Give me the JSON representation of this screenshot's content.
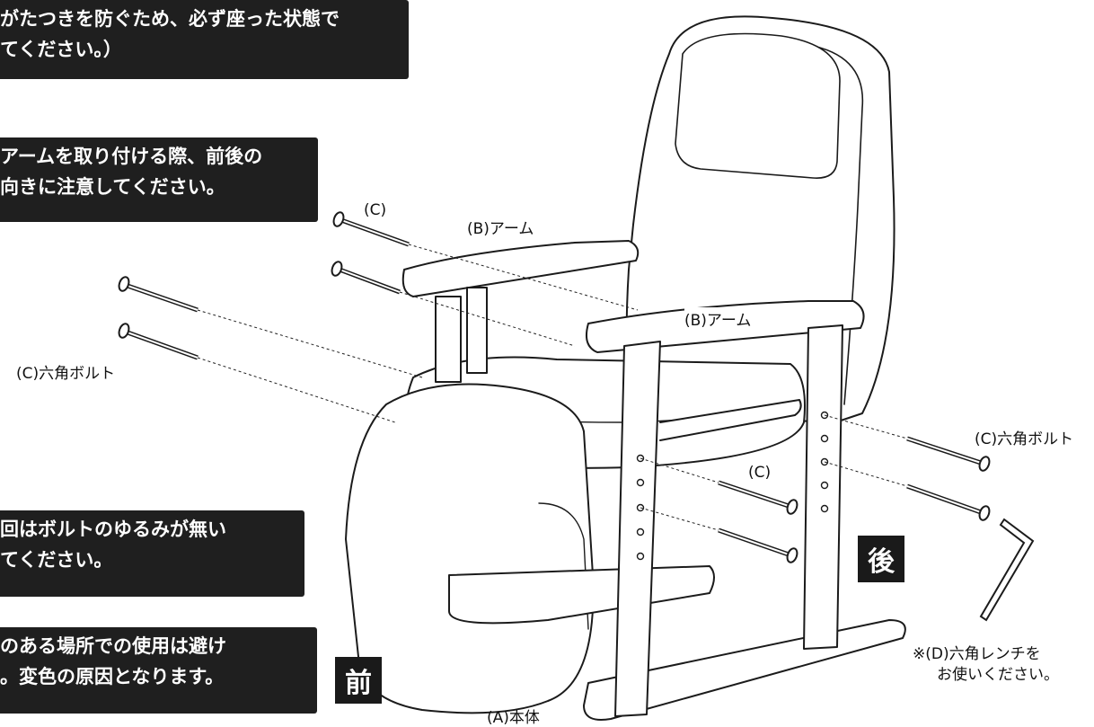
{
  "notes": [
    {
      "id": "note-seat",
      "lines": [
        "がたつきを防ぐため、必ず座った状態で",
        "てください。）"
      ]
    },
    {
      "id": "note-arm",
      "lines": [
        "アームを取り付ける際、前後の",
        "向きに注意してください。"
      ]
    },
    {
      "id": "note-bolt",
      "lines": [
        "回はボルトのゆるみが無い",
        "てください。"
      ]
    },
    {
      "id": "note-place",
      "lines": [
        "のある場所での使用は避け",
        "。変色の原因となります。"
      ]
    }
  ],
  "labels": {
    "c_top": "(C)",
    "arm_back": "(B)アーム",
    "arm_front": "(B)アーム",
    "hex_bolt_left": "(C)六角ボルト",
    "hex_bolt_right": "(C)六角ボルト",
    "c_mid": "(C)",
    "body": "(A)本体",
    "wrench_note_1": "※(D)六角レンチを",
    "wrench_note_2": "お使いください。"
  },
  "tags": {
    "front": "前",
    "back": "後"
  },
  "colors": {
    "note_bg": "#1f1f1f",
    "tag_bg": "#1a1a1a",
    "line": "#222222"
  }
}
